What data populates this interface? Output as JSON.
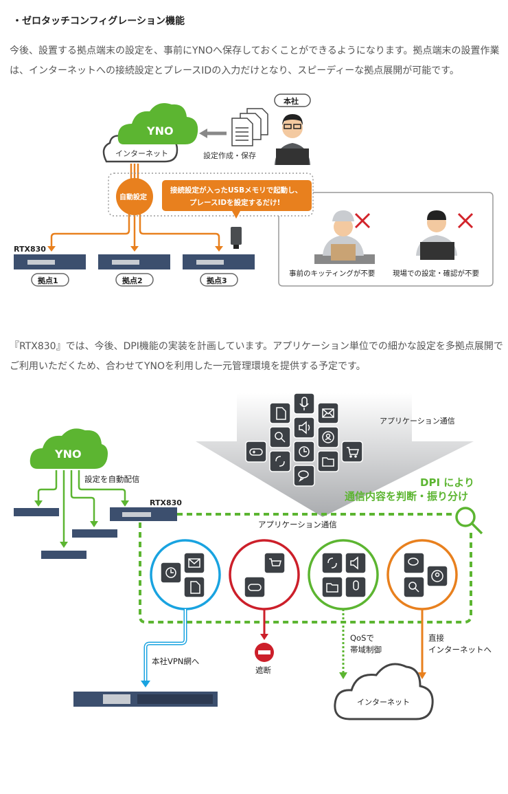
{
  "section1": {
    "heading": "・ゼロタッチコンフィグレーション機能",
    "paragraph": "今後、設置する拠点端末の設定を、事前にYNOへ保存しておくことができるようになります。拠点端末の設置作業は、インターネットへの接続設定とプレースIDの入力だけとなり、スピーディーな拠点展開が可能です。"
  },
  "diagram1": {
    "cloud_label": "YNO",
    "internet_label": "インターネット",
    "hq_badge": "本社",
    "save_caption": "設定作成・保存",
    "auto_config": "自動設定",
    "callout_line1": "接続設定が入ったUSBメモリで起動し、",
    "callout_line2": "プレースIDを設定するだけ!",
    "device_model": "RTX830",
    "sites": [
      "拠点1",
      "拠点2",
      "拠点3"
    ],
    "benefit1": "事前のキッティングが不要",
    "benefit2": "現場での設定・確認が不要"
  },
  "section2": {
    "paragraph": "『RTX830』では、今後、DPI機能の実装を計画しています。アプリケーション単位での細かな設定を多拠点展開でご利用いただくため、合わせてYNOを利用した一元管理環境を提供する予定です。"
  },
  "diagram2": {
    "cloud_label": "YNO",
    "distribute_label": "設定を自動配信",
    "device_model": "RTX830",
    "app_traffic_top": "アプリケーション通信",
    "dpi_line1": "DPI により",
    "dpi_line2": "通信内容を判断・振り分け",
    "app_traffic_inner": "アプリケーション通信",
    "vpn_label": "本社VPN網へ",
    "block_label": "遮断",
    "qos_line1": "QoSで",
    "qos_line2": "帯域制御",
    "direct_line1": "直接",
    "direct_line2": "インターネットへ",
    "internet_label": "インターネット",
    "colors": {
      "green": "#5cb531",
      "orange": "#e8801e",
      "blue": "#19a3e0",
      "red": "#cc1f2a",
      "icon_bg": "#3c4045"
    }
  }
}
